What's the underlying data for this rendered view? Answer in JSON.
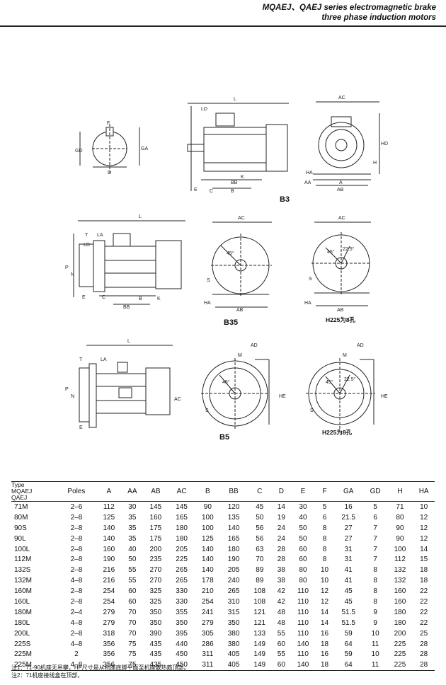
{
  "header": {
    "line1": "MQAEJ、QAEJ series electromagnetic brake",
    "line2": "three phase induction motors"
  },
  "drawings": {
    "b3_label": "B3",
    "b35_label": "B35",
    "b5_label": "B5",
    "h225_note_1": "H225为8孔",
    "h225_note_2": "H225为8孔",
    "dims": {
      "L": "L",
      "LD": "LD",
      "AC": "AC",
      "AD": "AD",
      "HD": "HD",
      "H": "H",
      "HA": "HA",
      "AA": "AA",
      "AB": "AB",
      "A": "A",
      "C": "C",
      "B": "B",
      "BB": "BB",
      "K": "K",
      "E": "E",
      "F": "F",
      "GD": "GD",
      "GA": "GA",
      "D": "D",
      "T": "T",
      "LA": "LA",
      "P": "P",
      "N": "N",
      "M": "M",
      "S": "S",
      "HE": "HE",
      "deg45": "45°",
      "deg22": "22.5°"
    }
  },
  "table": {
    "type_header": [
      "Type",
      "MQAEJ",
      "QAEJ"
    ],
    "columns": [
      "Poles",
      "A",
      "AA",
      "AB",
      "AC",
      "B",
      "BB",
      "C",
      "D",
      "E",
      "F",
      "GA",
      "GD",
      "H",
      "HA"
    ],
    "rows": [
      [
        "71M",
        "2–6",
        "112",
        "30",
        "145",
        "145",
        "90",
        "120",
        "45",
        "14",
        "30",
        "5",
        "16",
        "5",
        "71",
        "10"
      ],
      [
        "80M",
        "2–8",
        "125",
        "35",
        "160",
        "165",
        "100",
        "135",
        "50",
        "19",
        "40",
        "6",
        "21.5",
        "6",
        "80",
        "12"
      ],
      [
        "90S",
        "2–8",
        "140",
        "35",
        "175",
        "180",
        "100",
        "140",
        "56",
        "24",
        "50",
        "8",
        "27",
        "7",
        "90",
        "12"
      ],
      [
        "90L",
        "2–8",
        "140",
        "35",
        "175",
        "180",
        "125",
        "165",
        "56",
        "24",
        "50",
        "8",
        "27",
        "7",
        "90",
        "12"
      ],
      [
        "100L",
        "2–8",
        "160",
        "40",
        "200",
        "205",
        "140",
        "180",
        "63",
        "28",
        "60",
        "8",
        "31",
        "7",
        "100",
        "14"
      ],
      [
        "112M",
        "2–8",
        "190",
        "50",
        "235",
        "225",
        "140",
        "190",
        "70",
        "28",
        "60",
        "8",
        "31",
        "7",
        "112",
        "15"
      ],
      [
        "132S",
        "2–8",
        "216",
        "55",
        "270",
        "265",
        "140",
        "205",
        "89",
        "38",
        "80",
        "10",
        "41",
        "8",
        "132",
        "18"
      ],
      [
        "132M",
        "4–8",
        "216",
        "55",
        "270",
        "265",
        "178",
        "240",
        "89",
        "38",
        "80",
        "10",
        "41",
        "8",
        "132",
        "18"
      ],
      [
        "160M",
        "2–8",
        "254",
        "60",
        "325",
        "330",
        "210",
        "265",
        "108",
        "42",
        "110",
        "12",
        "45",
        "8",
        "160",
        "22"
      ],
      [
        "160L",
        "2–8",
        "254",
        "60",
        "325",
        "330",
        "254",
        "310",
        "108",
        "42",
        "110",
        "12",
        "45",
        "8",
        "160",
        "22"
      ],
      [
        "180M",
        "2–4",
        "279",
        "70",
        "350",
        "355",
        "241",
        "315",
        "121",
        "48",
        "110",
        "14",
        "51.5",
        "9",
        "180",
        "22"
      ],
      [
        "180L",
        "4–8",
        "279",
        "70",
        "350",
        "350",
        "279",
        "350",
        "121",
        "48",
        "110",
        "14",
        "51.5",
        "9",
        "180",
        "22"
      ],
      [
        "200L",
        "2–8",
        "318",
        "70",
        "390",
        "395",
        "305",
        "380",
        "133",
        "55",
        "110",
        "16",
        "59",
        "10",
        "200",
        "25"
      ],
      [
        "225S",
        "4–8",
        "356",
        "75",
        "435",
        "440",
        "286",
        "380",
        "149",
        "60",
        "140",
        "18",
        "64",
        "11",
        "225",
        "28"
      ],
      [
        "225M",
        "2",
        "356",
        "75",
        "435",
        "450",
        "311",
        "405",
        "149",
        "55",
        "110",
        "16",
        "59",
        "10",
        "225",
        "28"
      ],
      [
        "225M",
        "4–8",
        "356",
        "75",
        "435",
        "450",
        "311",
        "405",
        "149",
        "60",
        "140",
        "18",
        "64",
        "11",
        "225",
        "28"
      ]
    ]
  },
  "footnotes": {
    "note1": "注1：71-90机座无吊攀，HF尺寸是从机座底脚平面至机座散热筋顶部。",
    "note2": "注2：71机座接线盒在顶部。"
  }
}
